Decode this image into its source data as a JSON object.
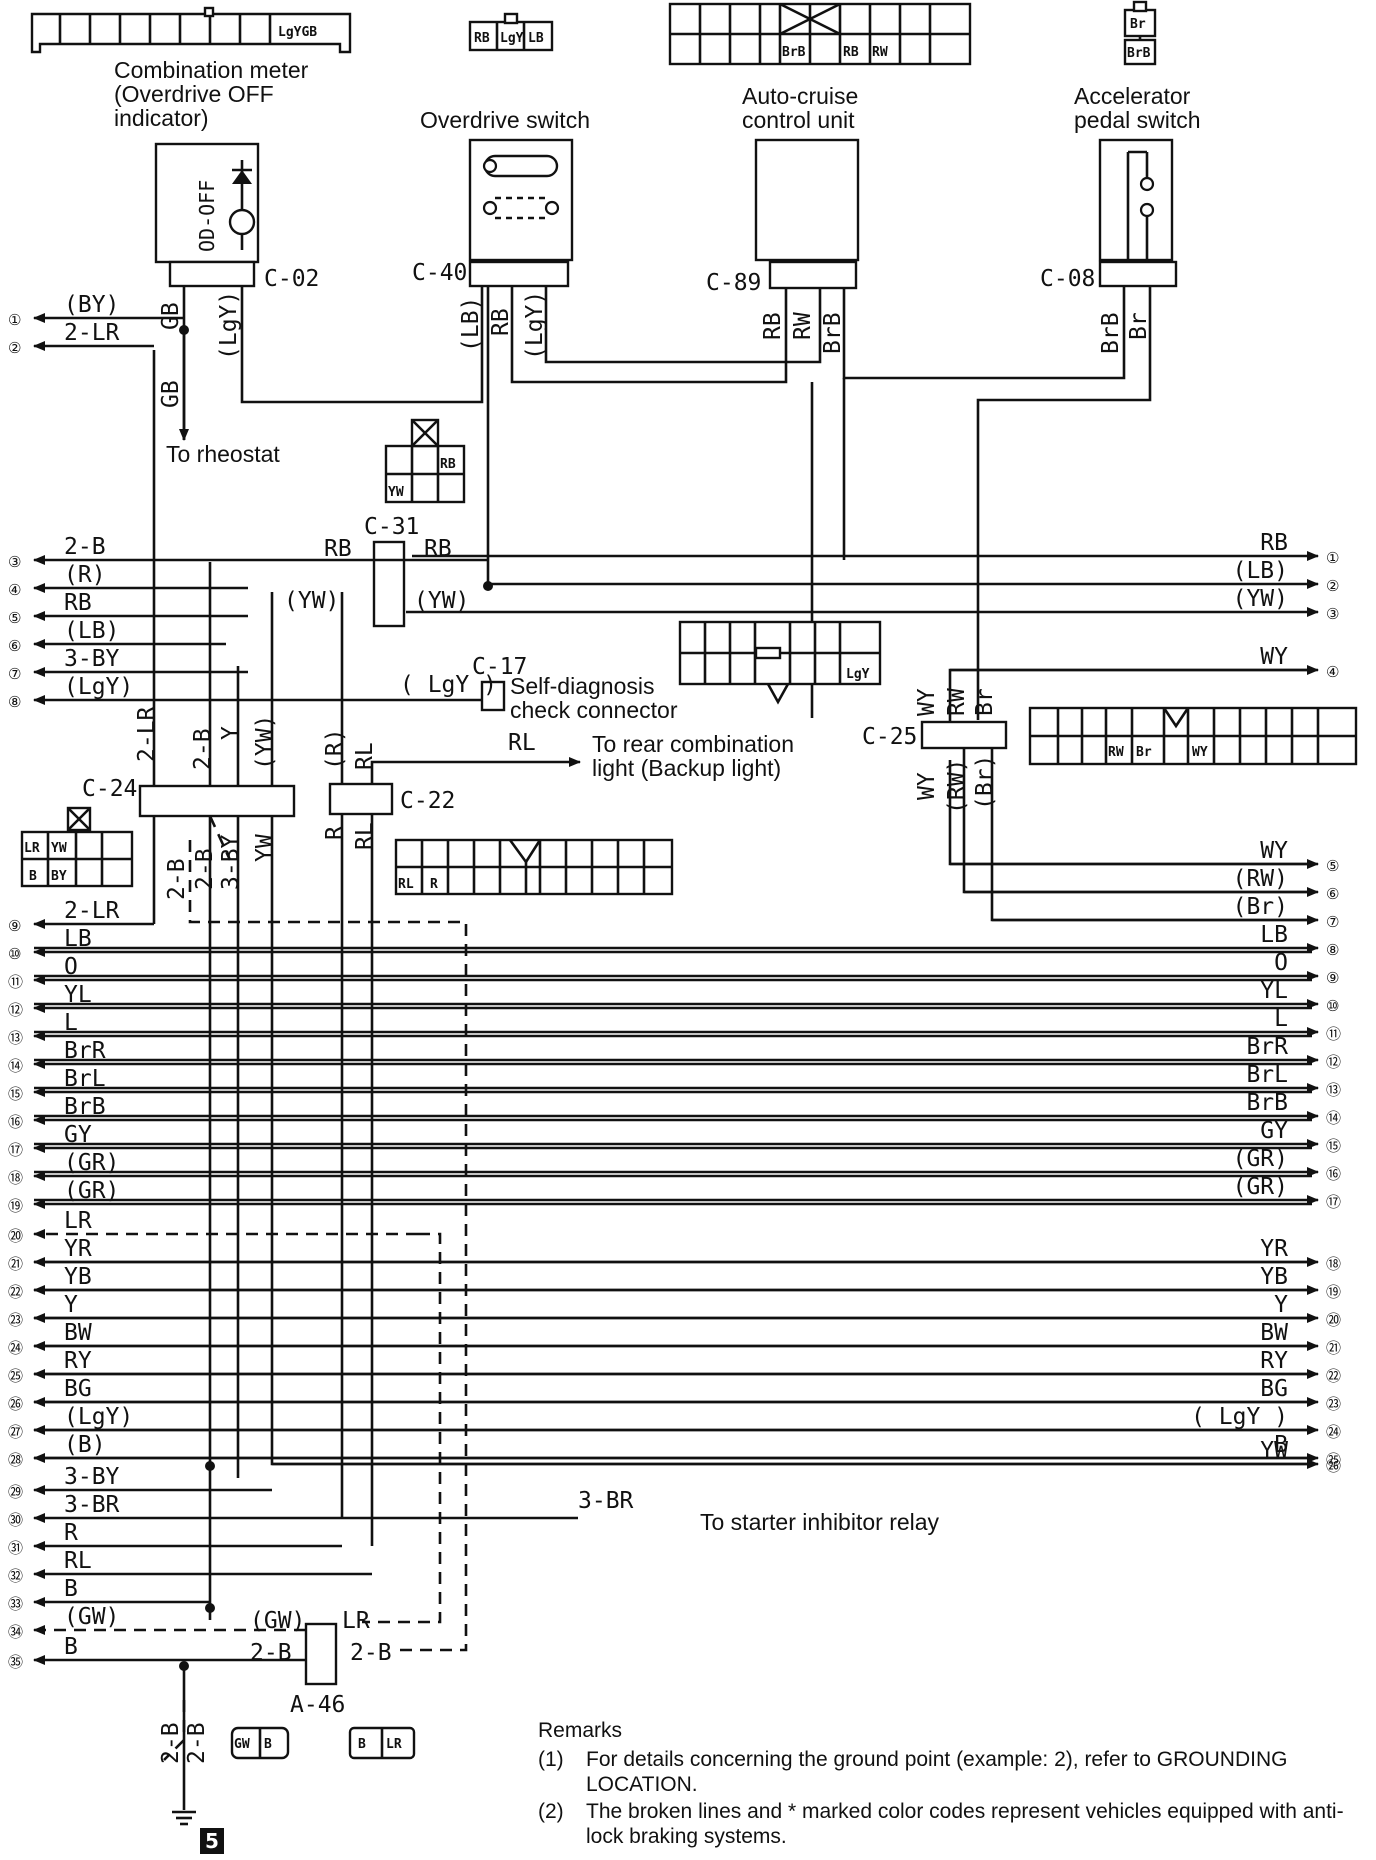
{
  "components": {
    "combination_meter": {
      "line1": "Combination meter",
      "line2": "(Overdrive OFF",
      "line3": "indicator)",
      "connector": "C-02",
      "face_label": "OD-OFF",
      "pins": "LgYGB"
    },
    "overdrive_switch": {
      "label": "Overdrive switch",
      "connector": "C-40",
      "pins": [
        "RB",
        "LgY",
        "LB"
      ]
    },
    "auto_cruise": {
      "line1": "Auto-cruise",
      "line2": "control unit",
      "connector": "C-89",
      "pins": [
        "BrB",
        "RB",
        "RW"
      ]
    },
    "accelerator": {
      "line1": "Accelerator",
      "line2": "pedal switch",
      "connector": "C-08",
      "pins": [
        "Br",
        "BrB"
      ]
    },
    "c31": {
      "connector": "C-31",
      "pins": [
        "RB",
        "YW"
      ]
    },
    "c17": {
      "connector": "C-17",
      "line1": "Self-diagnosis",
      "line2": "check connector",
      "pin": "LgY"
    },
    "c25": {
      "connector": "C-25",
      "pins": [
        "RW",
        "Br",
        "WY"
      ]
    },
    "c24": {
      "connector": "C-24",
      "pins": [
        "LR",
        "YW",
        "B",
        "BY"
      ]
    },
    "c22": {
      "connector": "C-22",
      "pins": [
        "RL",
        "R"
      ]
    },
    "a46": {
      "connector": "A-46",
      "pins_left": [
        "GW",
        "B"
      ],
      "pins_right": [
        "B",
        "LR"
      ]
    },
    "rheostat": "To rheostat",
    "backup": {
      "line1": "To rear combination",
      "line2": "light (Backup light)"
    },
    "starter": "To starter inhibitor relay",
    "ground_point": "5"
  },
  "wire_labels": {
    "gb": "GB",
    "lgy_meter": "(LgY)",
    "lb_sw": "(LB)",
    "rb_sw": "RB",
    "lgy_sw": "(LgY)",
    "rb_cruise": "RB",
    "rw_cruise": "RW",
    "brb_cruise": "BrB",
    "brb_acc": "BrB",
    "br_acc": "Br",
    "rb_c31_left": "RB",
    "rb_c31_right": "RB",
    "yw_c31_left": "(YW)",
    "yw_c31_right": "(YW)",
    "lgy_c17": "( LgY )",
    "rl_backup": "RL",
    "lr_c24": "2-LR",
    "b_c24": "2-B",
    "y_c24": "Y",
    "yw_c24": "(YW)",
    "r_c22": "(R)",
    "rl_c22": "RL",
    "b_c24_lo": "2-B",
    "b2_c24_lo": "2-B",
    "by_c24_lo": "3-BY",
    "yw_c24_lo": "YW",
    "r_c22_lo": "R",
    "rl_c22_lo": "RL",
    "wy_c25": "WY",
    "rw_c25": "RW",
    "br_c25": "Br",
    "wy_c25_lo": "WY",
    "rw_c25_lo": "(RW)",
    "br_c25_lo": "(Br)",
    "bt_starter": "3-BR",
    "gw_a46": "(GW)",
    "lr_a46": "LR",
    "b_a46_l": "2-B",
    "b_a46_r": "2-B",
    "gnd_b1": "2-B",
    "gnd_b2": "2-B"
  },
  "left_wires": [
    {
      "n": "①",
      "label": "(BY)"
    },
    {
      "n": "②",
      "label": "2-LR"
    },
    {
      "n": "③",
      "label": "2-B"
    },
    {
      "n": "④",
      "label": "(R)"
    },
    {
      "n": "⑤",
      "label": "RB"
    },
    {
      "n": "⑥",
      "label": "(LB)"
    },
    {
      "n": "⑦",
      "label": "3-BY"
    },
    {
      "n": "⑧",
      "label": "(LgY)"
    },
    {
      "n": "⑨",
      "label": "2-LR"
    },
    {
      "n": "⑩",
      "label": "LB"
    },
    {
      "n": "⑪",
      "label": "O"
    },
    {
      "n": "⑫",
      "label": "YL"
    },
    {
      "n": "⑬",
      "label": "L"
    },
    {
      "n": "⑭",
      "label": "BrR"
    },
    {
      "n": "⑮",
      "label": "BrL"
    },
    {
      "n": "⑯",
      "label": "BrB"
    },
    {
      "n": "⑰",
      "label": "GY"
    },
    {
      "n": "⑱",
      "label": "(GR)"
    },
    {
      "n": "⑲",
      "label": "(GR)"
    },
    {
      "n": "⑳",
      "label": "LR"
    },
    {
      "n": "㉑",
      "label": "YR"
    },
    {
      "n": "㉒",
      "label": "YB"
    },
    {
      "n": "㉓",
      "label": "Y"
    },
    {
      "n": "㉔",
      "label": "BW"
    },
    {
      "n": "㉕",
      "label": "RY"
    },
    {
      "n": "㉖",
      "label": "BG"
    },
    {
      "n": "㉗",
      "label": "(LgY)"
    },
    {
      "n": "㉘",
      "label": "(B)"
    },
    {
      "n": "㉙",
      "label": "3-BY"
    },
    {
      "n": "㉚",
      "label": "3-BR"
    },
    {
      "n": "㉛",
      "label": "R"
    },
    {
      "n": "㉜",
      "label": "RL"
    },
    {
      "n": "㉝",
      "label": "B"
    },
    {
      "n": "㉞",
      "label": "(GW)"
    },
    {
      "n": "㉟",
      "label": "B"
    }
  ],
  "right_wires": [
    {
      "n": "①",
      "label": "RB"
    },
    {
      "n": "②",
      "label": "(LB)"
    },
    {
      "n": "③",
      "label": "(YW)"
    },
    {
      "n": "④",
      "label": "WY"
    },
    {
      "n": "⑤",
      "label": "WY"
    },
    {
      "n": "⑥",
      "label": "(RW)"
    },
    {
      "n": "⑦",
      "label": "(Br)"
    },
    {
      "n": "⑧",
      "label": "LB"
    },
    {
      "n": "⑨",
      "label": "O"
    },
    {
      "n": "⑩",
      "label": "YL"
    },
    {
      "n": "⑪",
      "label": "L"
    },
    {
      "n": "⑫",
      "label": "BrR"
    },
    {
      "n": "⑬",
      "label": "BrL"
    },
    {
      "n": "⑭",
      "label": "BrB"
    },
    {
      "n": "⑮",
      "label": "GY"
    },
    {
      "n": "⑯",
      "label": "(GR)"
    },
    {
      "n": "⑰",
      "label": "(GR)"
    },
    {
      "n": "⑱",
      "label": "YR"
    },
    {
      "n": "⑲",
      "label": "YB"
    },
    {
      "n": "⑳",
      "label": "Y"
    },
    {
      "n": "㉑",
      "label": "BW"
    },
    {
      "n": "㉒",
      "label": "RY"
    },
    {
      "n": "㉓",
      "label": "BG"
    },
    {
      "n": "㉔",
      "label": "( LgY )"
    },
    {
      "n": "㉕",
      "label": "B"
    },
    {
      "n": "㉖",
      "label": "YW"
    }
  ],
  "remarks": {
    "title": "Remarks",
    "items": [
      {
        "num": "(1)",
        "text": "For details concerning the ground point (example: 2), refer to GROUNDING LOCATION."
      },
      {
        "num": "(2)",
        "text": "The broken lines and * marked color codes represent vehicles equipped with anti-lock braking systems."
      }
    ]
  }
}
